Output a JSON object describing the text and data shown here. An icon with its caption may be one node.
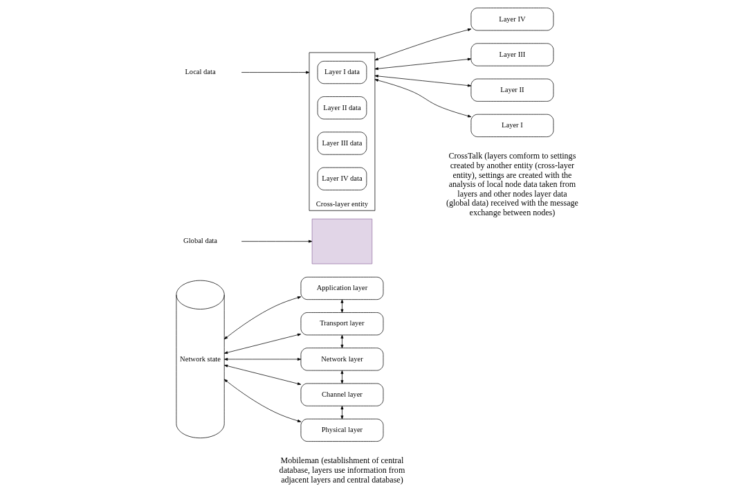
{
  "diagram": {
    "nodes": [
      {
        "text": [
          "Network state"
        ]
      },
      {
        "text": [
          "Application layer"
        ]
      },
      {
        "text": [
          "Transport layer"
        ]
      },
      {
        "text": [
          "Network layer"
        ]
      },
      {
        "text": [
          "Channel layer"
        ]
      },
      {
        "text": [
          "Physical layer"
        ]
      },
      {
        "text": [
          "Global data"
        ]
      },
      {
        "text": [],
        "shape": "box"
      },
      {
        "text": [
          "Local data"
        ]
      },
      {
        "text": [
          "Cross-layer entity"
        ]
      },
      {
        "text": [
          "Layer I data"
        ],
        "in": 9
      },
      {
        "text": [
          "Layer II data"
        ],
        "in": 9
      },
      {
        "text": [
          "Layer III data"
        ],
        "in": 9
      },
      {
        "text": [
          "Layer IV data"
        ],
        "in": 9
      },
      {
        "text": [
          "Layer IV"
        ]
      },
      {
        "text": [
          "Layer III"
        ]
      },
      {
        "text": [
          "Layer II"
        ]
      },
      {
        "text": [
          "Layer I"
        ]
      }
    ],
    "edges": [
      {
        "from": 0,
        "to": 1,
        "arrow": "both"
      },
      {
        "from": 0,
        "to": 2,
        "arrow": "both"
      },
      {
        "from": 0,
        "to": 3,
        "arrow": "both"
      },
      {
        "from": 0,
        "to": 4,
        "arrow": "both"
      },
      {
        "from": 0,
        "to": 5,
        "arrow": "both"
      },
      {
        "from": 1,
        "to": 2,
        "arrow": "both"
      },
      {
        "from": 2,
        "to": 3,
        "arrow": "both"
      },
      {
        "from": 3,
        "to": 4,
        "arrow": "both"
      },
      {
        "from": 4,
        "to": 5,
        "arrow": "both"
      },
      {
        "from": 6,
        "to": 7,
        "arrow": "to"
      },
      {
        "from": 8,
        "to": 9,
        "arrow": "to"
      },
      {
        "from": 9,
        "to": 14,
        "arrow": "both"
      },
      {
        "from": 9,
        "to": 15,
        "arrow": "both"
      },
      {
        "from": 9,
        "to": 16,
        "arrow": "both"
      },
      {
        "from": 9,
        "to": 17,
        "arrow": "both"
      }
    ],
    "labels": [
      "Mobileman (establishment of central database, layers use information from adjacent layers and central database)",
      "CrossTalk (layers comform to settings created by another entity (cross-layer entity), settings are created with the analysis of local node data taken from layers and other nodes layer data (global data) received with the message exchange between nodes)"
    ]
  }
}
